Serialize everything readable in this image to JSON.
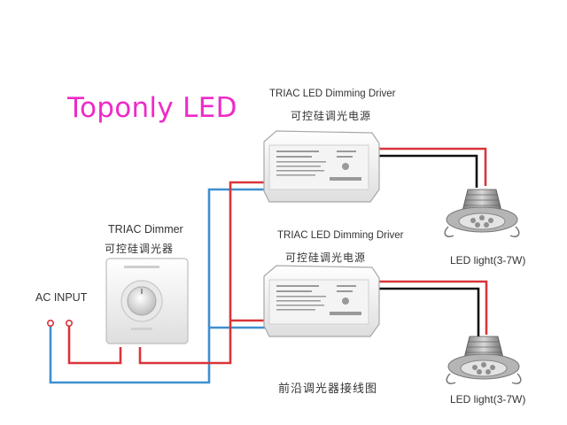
{
  "brand": {
    "text": "Toponly LED",
    "color": "#ee2ac9"
  },
  "driver_top": {
    "title_en": "TRIAC LED Dimming Driver",
    "title_cn": "可控硅调光电源"
  },
  "driver_bottom": {
    "title_en": "TRIAC LED Dimming Driver",
    "title_cn": "可控硅调光电源"
  },
  "dimmer": {
    "title_en": "TRIAC Dimmer",
    "title_cn": "可控硅调光器"
  },
  "ac_input": {
    "label": "AC  INPUT"
  },
  "light_top": {
    "label": "LED light(3-7W)"
  },
  "light_bottom": {
    "label": "LED light(3-7W)"
  },
  "caption": {
    "text": "前沿调光器接线图"
  },
  "colors": {
    "live_wire": "#d9343a",
    "neutral_wire": "#3f8fcf",
    "dc_negative": "#111111"
  },
  "icons": [
    "dimmer-switch-icon",
    "led-driver-icon",
    "led-downlight-icon",
    "terminal-icon"
  ]
}
